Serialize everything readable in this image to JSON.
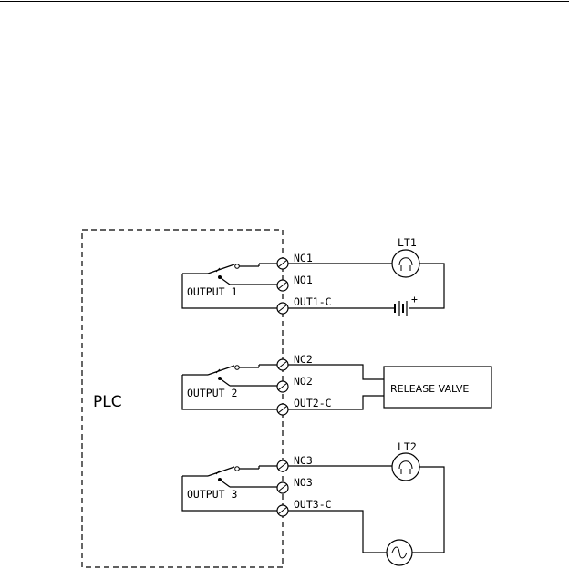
{
  "plc_label": "PLC",
  "outputs": [
    {
      "name": "OUTPUT 1",
      "nc": "NC1",
      "no": "NO1",
      "com": "OUT1-C"
    },
    {
      "name": "OUTPUT 2",
      "nc": "NC2",
      "no": "NO2",
      "com": "OUT2-C"
    },
    {
      "name": "OUTPUT 3",
      "nc": "NC3",
      "no": "NO3",
      "com": "OUT3-C"
    }
  ],
  "devices": {
    "lamp1": "LT1",
    "lamp2": "LT2",
    "valve": "RELEASE VALVE",
    "battery_polarity": "+"
  }
}
